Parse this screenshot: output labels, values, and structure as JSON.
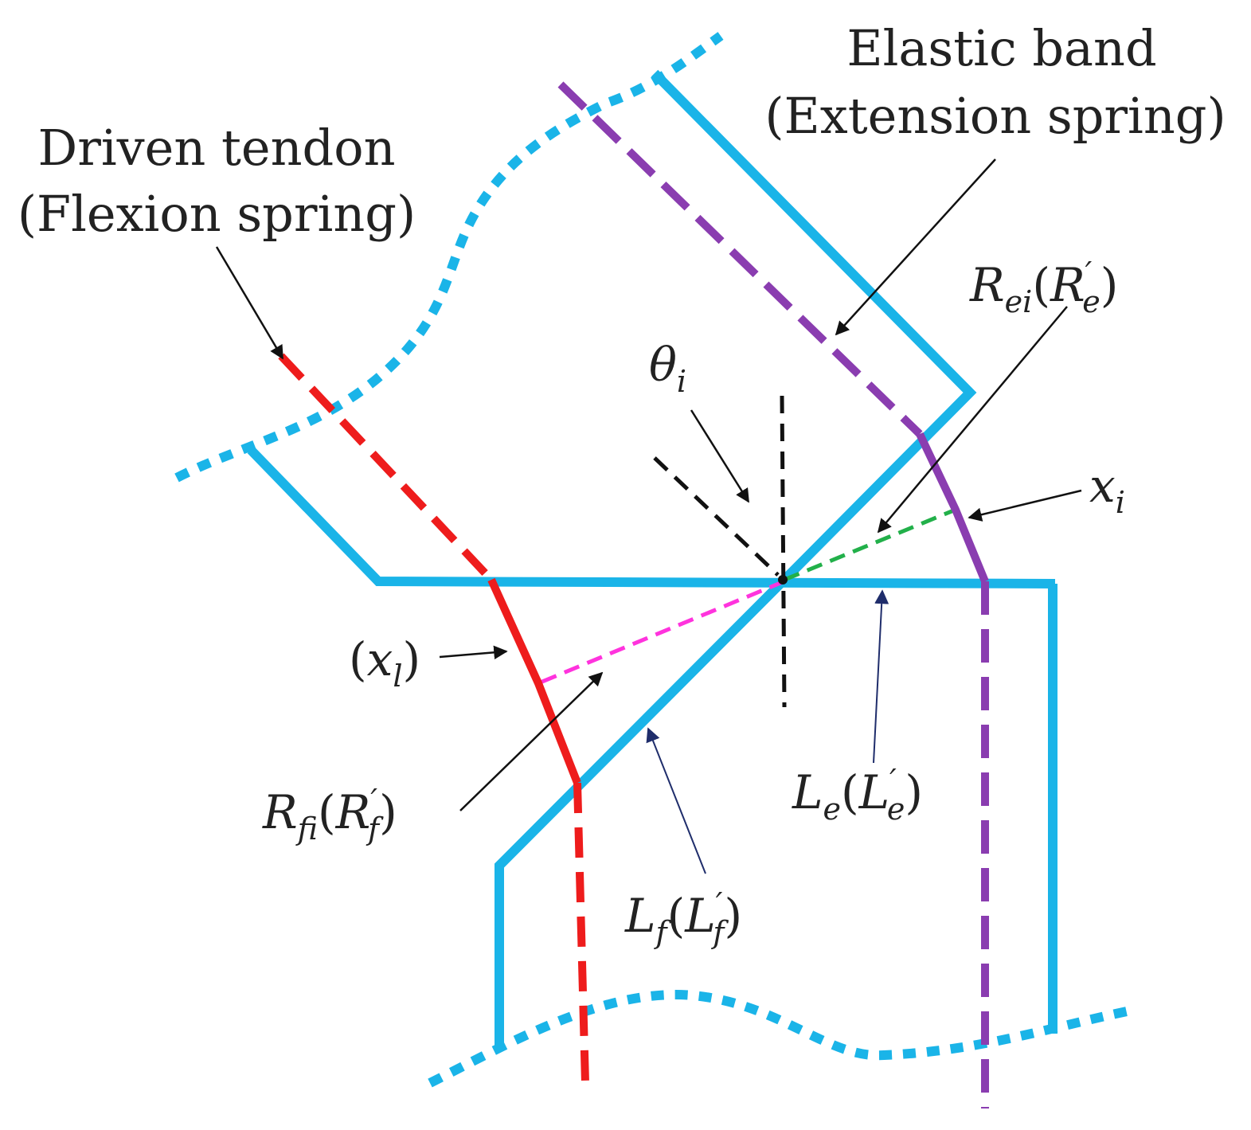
{
  "labels": {
    "driven_tendon_line1": "Driven tendon",
    "driven_tendon_line2": "(Flexion spring)",
    "elastic_band_line1": "Elastic band",
    "elastic_band_line2": "(Extension spring)"
  },
  "symbols": {
    "theta": "θ",
    "i": "i",
    "R": "R",
    "L": "L",
    "x": "x",
    "e": "e",
    "f": "f",
    "ei": "ei",
    "fi": "fi",
    "l": "l",
    "prime": "′",
    "open_paren": "(",
    "close_paren": ")"
  },
  "colors": {
    "link_outline": "#1AB4E8",
    "flexion_tendon": "#EE1C1C",
    "extension_band": "#8A3DB0",
    "extension_moment_arm": "#22B04A",
    "flexion_moment_arm": "#FF33DD",
    "reference_line": "#111111",
    "arrow": "#111111",
    "arrow_navy": "#1F2D6B"
  }
}
